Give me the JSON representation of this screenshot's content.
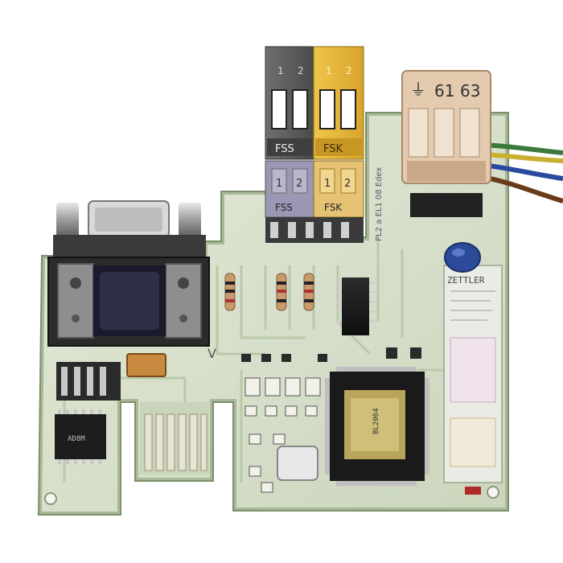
{
  "photo": {
    "subject": "pcb-board",
    "background": "#ffffff",
    "board_color": "#dbe3cf",
    "board_shadow": "#9fb08c",
    "trace_color": "#b7c7a6"
  },
  "connectors": {
    "terminal_left_top": {
      "pin1": "1",
      "pin2": "2",
      "label": "FSS"
    },
    "terminal_right_top": {
      "pin1": "1",
      "pin2": "2",
      "label": "FSK"
    },
    "terminal_left_bottom": {
      "pin1": "1",
      "pin2": "2",
      "label": "FSS"
    },
    "terminal_right_bottom": {
      "pin1": "1",
      "pin2": "2",
      "label": "FSK"
    },
    "power_block": {
      "ground_symbol": "⏚",
      "pin61": "61",
      "pin63": "63"
    }
  },
  "relay": {
    "brand": "ZETTLER"
  },
  "ic_labels": {
    "main_cpu": "BL2064",
    "left_chip": "AD8M"
  },
  "board_marks": {
    "version_mark": "V",
    "silk_vertical": "PL2 a EL1 08 Edex"
  }
}
